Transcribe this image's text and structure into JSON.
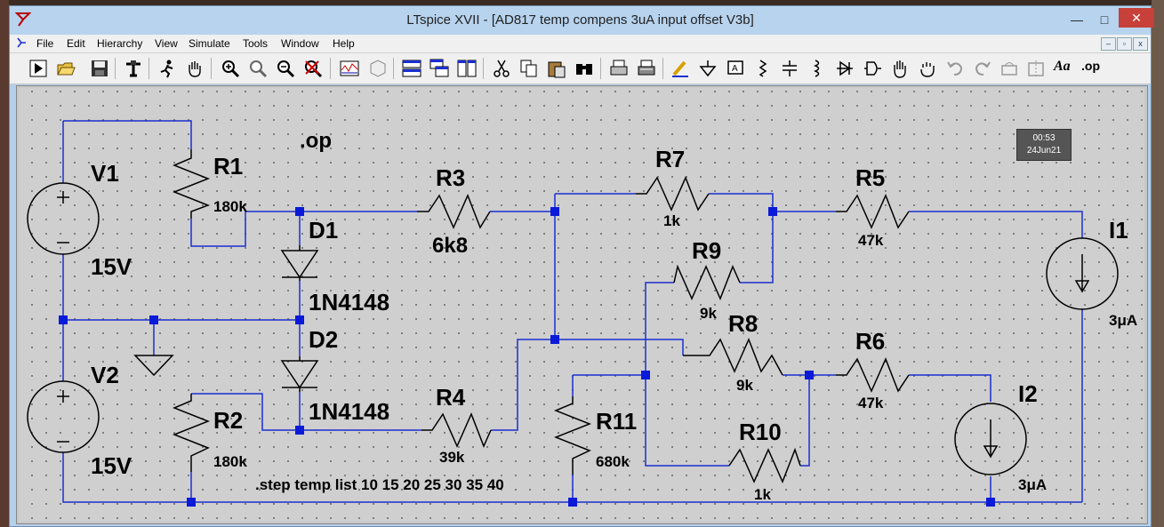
{
  "window": {
    "title": "LTspice XVII - [AD817 temp compens 3uA input offset V3b]",
    "minimize_glyph": "—",
    "maximize_glyph": "□",
    "close_glyph": "✕"
  },
  "menu": {
    "items": [
      {
        "label": "File"
      },
      {
        "label": "Edit"
      },
      {
        "label": "Hierarchy"
      },
      {
        "label": "View"
      },
      {
        "label": "Simulate"
      },
      {
        "label": "Tools"
      },
      {
        "label": "Window"
      },
      {
        "label": "Help"
      }
    ],
    "mdi_min": "–",
    "mdi_restore": "▫",
    "mdi_close": "x"
  },
  "toolbar": {
    "icons": [
      "run-icon",
      "open-icon",
      "save-icon",
      "control-panel-icon",
      "halt-icon",
      "pan-icon",
      "zoom-in-icon",
      "zoom-full-icon",
      "zoom-out-icon",
      "zoom-cancel-icon",
      "waveform-icon",
      "schematic-3d-icon",
      "tile-horizontal-icon",
      "cascade-icon",
      "tile-vertical-icon",
      "cut-icon",
      "copy-icon",
      "paste-icon",
      "find-icon",
      "print-icon",
      "print-setup-icon",
      "draw-wire-icon",
      "ground-icon",
      "label-net-icon",
      "resistor-icon",
      "capacitor-icon",
      "inductor-icon",
      "diode-icon",
      "component-icon",
      "move-icon",
      "drag-icon",
      "undo-icon",
      "redo-icon",
      "rotate-icon",
      "mirror-icon",
      "text-icon",
      "spice-directive-icon"
    ],
    "text_tool": "Aa",
    "op_tool": ".op"
  },
  "schematic": {
    "directive_op": ".op",
    "directive_step": ".step temp list 10 15 20 25 30 35 40",
    "components": {
      "V1": {
        "name": "V1",
        "value": "15V"
      },
      "V2": {
        "name": "V2",
        "value": "15V"
      },
      "R1": {
        "name": "R1",
        "value": "180k"
      },
      "R2": {
        "name": "R2",
        "value": "180k"
      },
      "R3": {
        "name": "R3",
        "value": "6k8"
      },
      "R4": {
        "name": "R4",
        "value": "39k"
      },
      "R5": {
        "name": "R5",
        "value": "47k"
      },
      "R6": {
        "name": "R6",
        "value": "47k"
      },
      "R7": {
        "name": "R7",
        "value": "1k"
      },
      "R8": {
        "name": "R8",
        "value": "9k"
      },
      "R9": {
        "name": "R9",
        "value": "9k"
      },
      "R10": {
        "name": "R10",
        "value": "1k"
      },
      "R11": {
        "name": "R11",
        "value": "680k"
      },
      "D1": {
        "name": "D1",
        "value": "1N4148"
      },
      "D2": {
        "name": "D2",
        "value": "1N4148"
      },
      "I1": {
        "name": "I1",
        "value": "3μA"
      },
      "I2": {
        "name": "I2",
        "value": "3μA"
      }
    }
  },
  "clock": {
    "time": "00:53",
    "date": "24Jun21"
  },
  "colors": {
    "wire": "#1a2fd0",
    "junction": "#0a1ad8",
    "component": "#000000",
    "close": "#c7403a"
  }
}
